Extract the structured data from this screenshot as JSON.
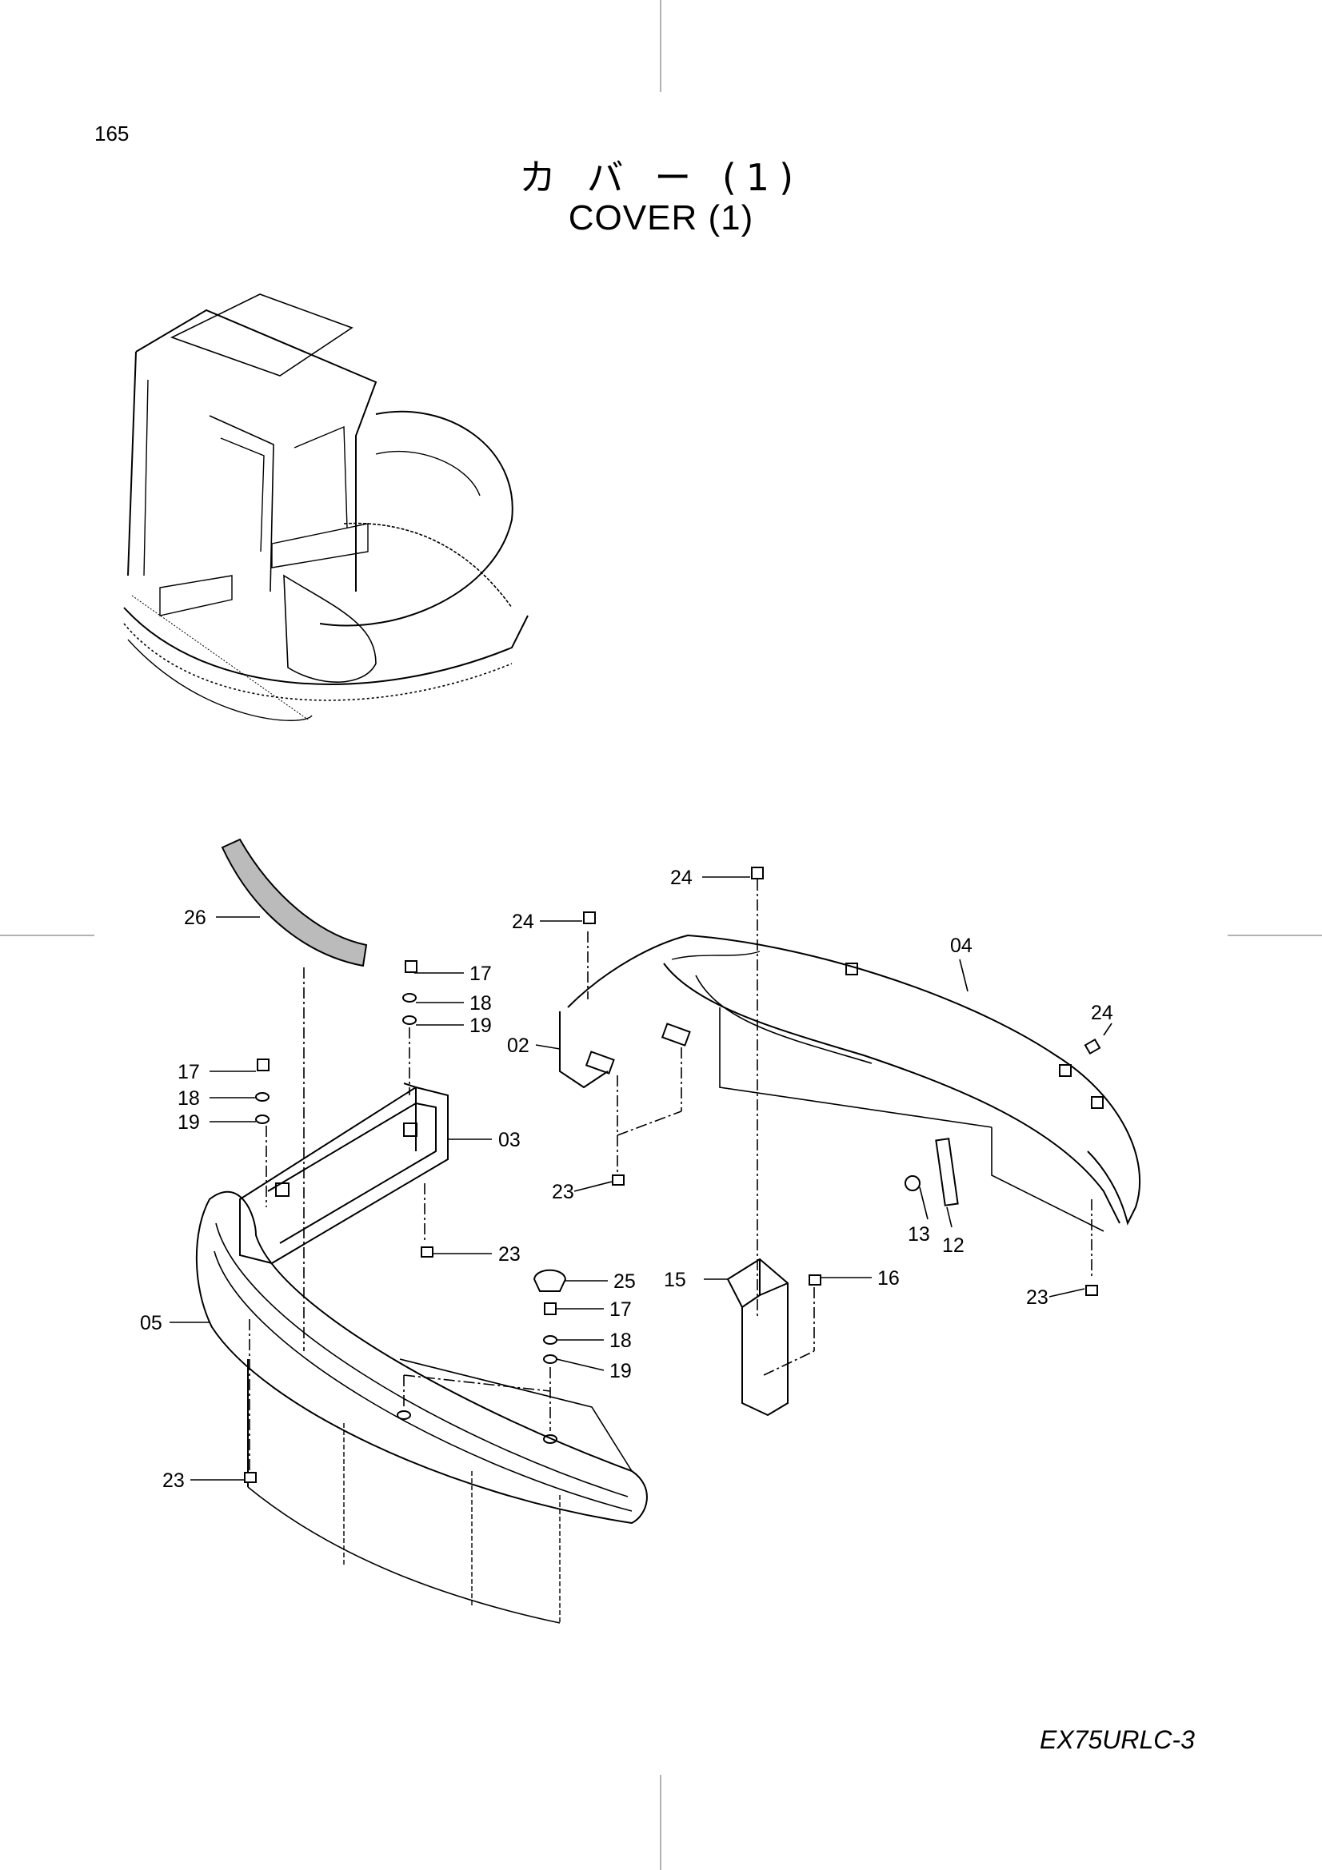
{
  "page_number": "165",
  "title_jp": "カ バ ー (1)",
  "title_en": "COVER (1)",
  "model": "EX75URLC-3",
  "callouts": {
    "p26": "26",
    "p24a": "24",
    "p24b": "24",
    "p24c": "24",
    "p04": "04",
    "p17a": "17",
    "p18a": "18",
    "p19a": "19",
    "p02": "02",
    "p17b": "17",
    "p18b": "18",
    "p19b": "19",
    "p03": "03",
    "p23a": "23",
    "p23b": "23",
    "p13": "13",
    "p12": "12",
    "p25": "25",
    "p15": "15",
    "p16": "16",
    "p23c": "23",
    "p05": "05",
    "p17c": "17",
    "p18c": "18",
    "p19c": "19",
    "p23d": "23"
  }
}
